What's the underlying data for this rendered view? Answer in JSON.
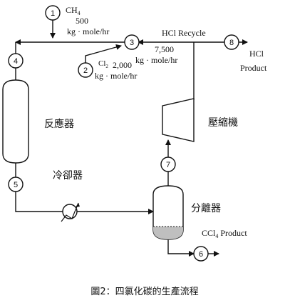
{
  "streams": {
    "s1": {
      "num": "1",
      "name": "CH",
      "sub": "4",
      "flow": "500",
      "unit": "kg · mole/hr"
    },
    "s2": {
      "num": "2",
      "name": "Cl",
      "sub": "2",
      "flow": "2,000",
      "unit": "kg · mole/hr"
    },
    "s3": {
      "num": "3"
    },
    "s4": {
      "num": "4"
    },
    "s5": {
      "num": "5"
    },
    "s6": {
      "num": "6"
    },
    "s7": {
      "num": "7"
    },
    "s8": {
      "num": "8"
    },
    "recycle": {
      "label": "HCl Recycle",
      "flow": "7,500",
      "unit": "kg · mole/hr"
    },
    "hcl_product": {
      "line1": "HCl",
      "line2": "Product"
    },
    "ccl4_product": {
      "name": "CCl",
      "sub": "4",
      "rest": " Product"
    }
  },
  "equipment": {
    "reactor": "反應器",
    "cooler": "冷卻器",
    "separator": "分離器",
    "compressor": "壓縮機"
  },
  "caption": "圖2：四氯化碳的生產流程"
}
